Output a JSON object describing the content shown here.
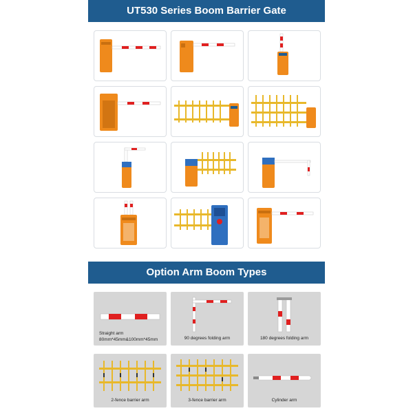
{
  "banners": {
    "series_title": "UT530 Series Boom Barrier Gate",
    "options_title": "Option Arm Boom Types"
  },
  "colors": {
    "banner": "#1f5c8f",
    "cabinet_orange": "#ef8a1c",
    "cabinet_blue": "#2f6fbf",
    "arm_red": "#e02020",
    "fence_yellow": "#e8b82a"
  },
  "products": [
    {
      "icon": "straight-arm-orange-barrier-icon"
    },
    {
      "icon": "straight-arm-orange-barrier-icon"
    },
    {
      "icon": "vertical-arm-orange-barrier-icon"
    },
    {
      "icon": "straight-arm-tall-orange-barrier-icon"
    },
    {
      "icon": "fence-arm-orange-barrier-icon"
    },
    {
      "icon": "fence-arm-orange-barrier-icon"
    },
    {
      "icon": "folding-arm-blue-orange-barrier-icon"
    },
    {
      "icon": "fence-arm-blue-barrier-icon"
    },
    {
      "icon": "straight-arm-blue-barrier-icon"
    },
    {
      "icon": "vertical-arm-orange-barrier-icon"
    },
    {
      "icon": "fence-arm-blue-cabinet-icon"
    },
    {
      "icon": "straight-arm-orange-barrier-icon"
    }
  ],
  "arm_types": [
    {
      "label": "Straight arm",
      "detail": "80mm*45mm&100mm*45mm",
      "icon": "straight-arm-icon"
    },
    {
      "label": "90 degrees folding arm",
      "icon": "folding-90-arm-icon"
    },
    {
      "label": "180 degrees folding arm",
      "icon": "folding-180-arm-icon"
    },
    {
      "label": "2-fence barrier arm",
      "icon": "two-fence-arm-icon"
    },
    {
      "label": "3-fence barrier arm",
      "icon": "three-fence-arm-icon"
    },
    {
      "label": "Cylinder arm",
      "icon": "cylinder-arm-icon"
    }
  ]
}
